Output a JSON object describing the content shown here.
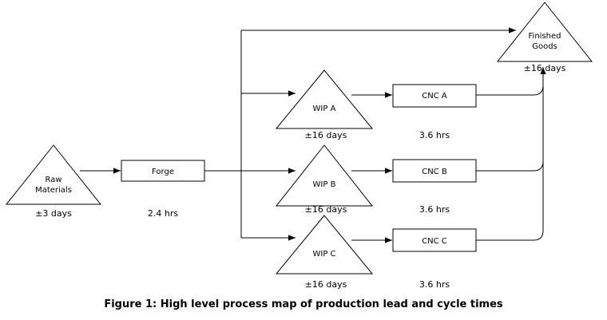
{
  "nodes": {
    "raw_materials": {
      "line1": "Raw",
      "line2": "Materials",
      "time": "±3 days"
    },
    "forge": {
      "label": "Forge",
      "time": "2.4 hrs"
    },
    "wip_a": {
      "label": "WIP A",
      "time": "±16 days"
    },
    "wip_b": {
      "label": "WIP B",
      "time": "±16 days"
    },
    "wip_c": {
      "label": "WIP C",
      "time": "±16 days"
    },
    "cnc_a": {
      "label": "CNC A",
      "time": "3.6 hrs"
    },
    "cnc_b": {
      "label": "CNC B",
      "time": "3.6 hrs"
    },
    "cnc_c": {
      "label": "CNC C",
      "time": "3.6 hrs"
    },
    "finished_goods": {
      "line1": "Finished",
      "line2": "Goods",
      "time": "±16 days"
    }
  },
  "caption": "Figure 1: High level process map of production lead and cycle times"
}
